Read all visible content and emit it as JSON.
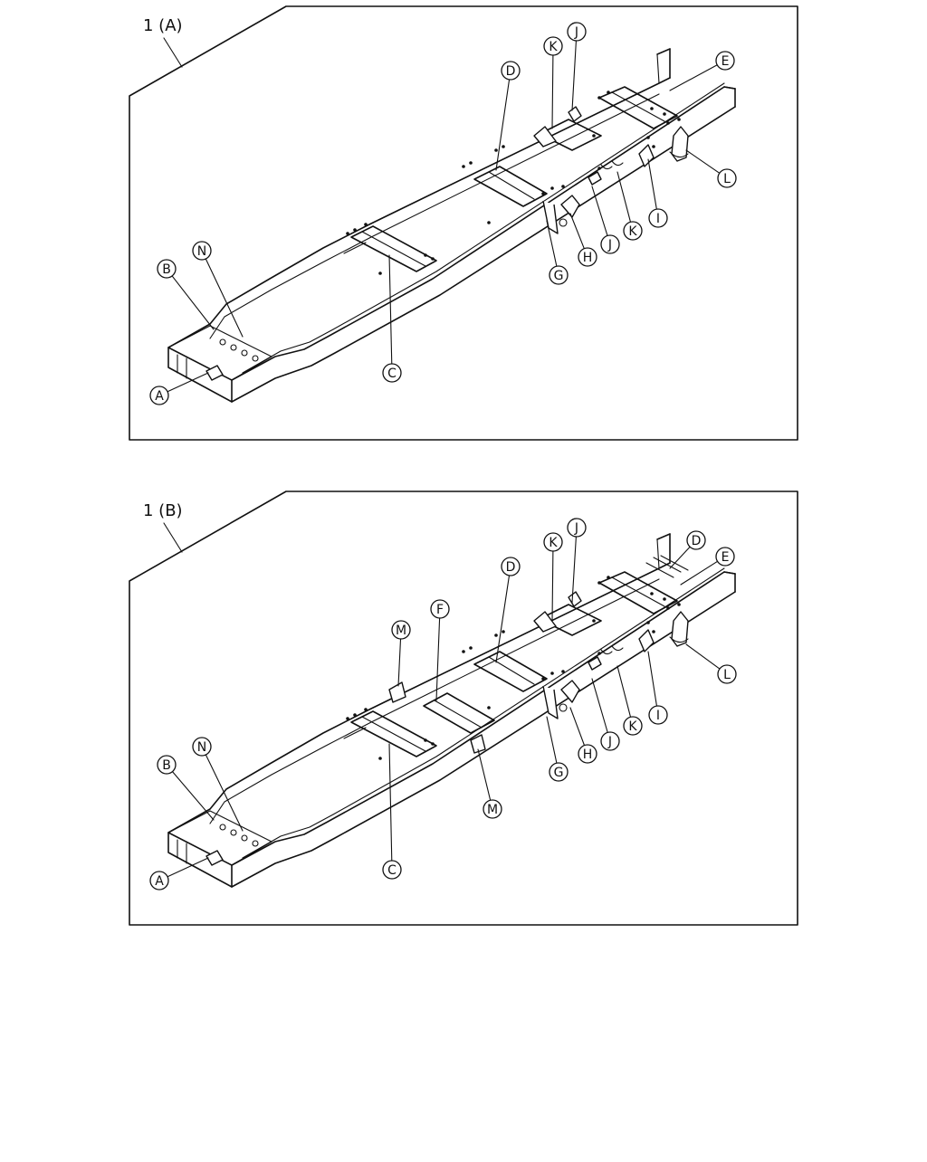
{
  "panels": [
    {
      "id": "A",
      "title": "1 (A)",
      "callouts": [
        "A",
        "B",
        "C",
        "D",
        "E",
        "G",
        "H",
        "I",
        "J",
        "J",
        "K",
        "K",
        "L",
        "N"
      ]
    },
    {
      "id": "B",
      "title": "1 (B)",
      "callouts": [
        "A",
        "B",
        "C",
        "D",
        "D",
        "E",
        "F",
        "G",
        "H",
        "I",
        "J",
        "J",
        "K",
        "K",
        "L",
        "M",
        "M",
        "N"
      ]
    }
  ],
  "colors": {
    "line": "#111111",
    "background": "#ffffff"
  }
}
